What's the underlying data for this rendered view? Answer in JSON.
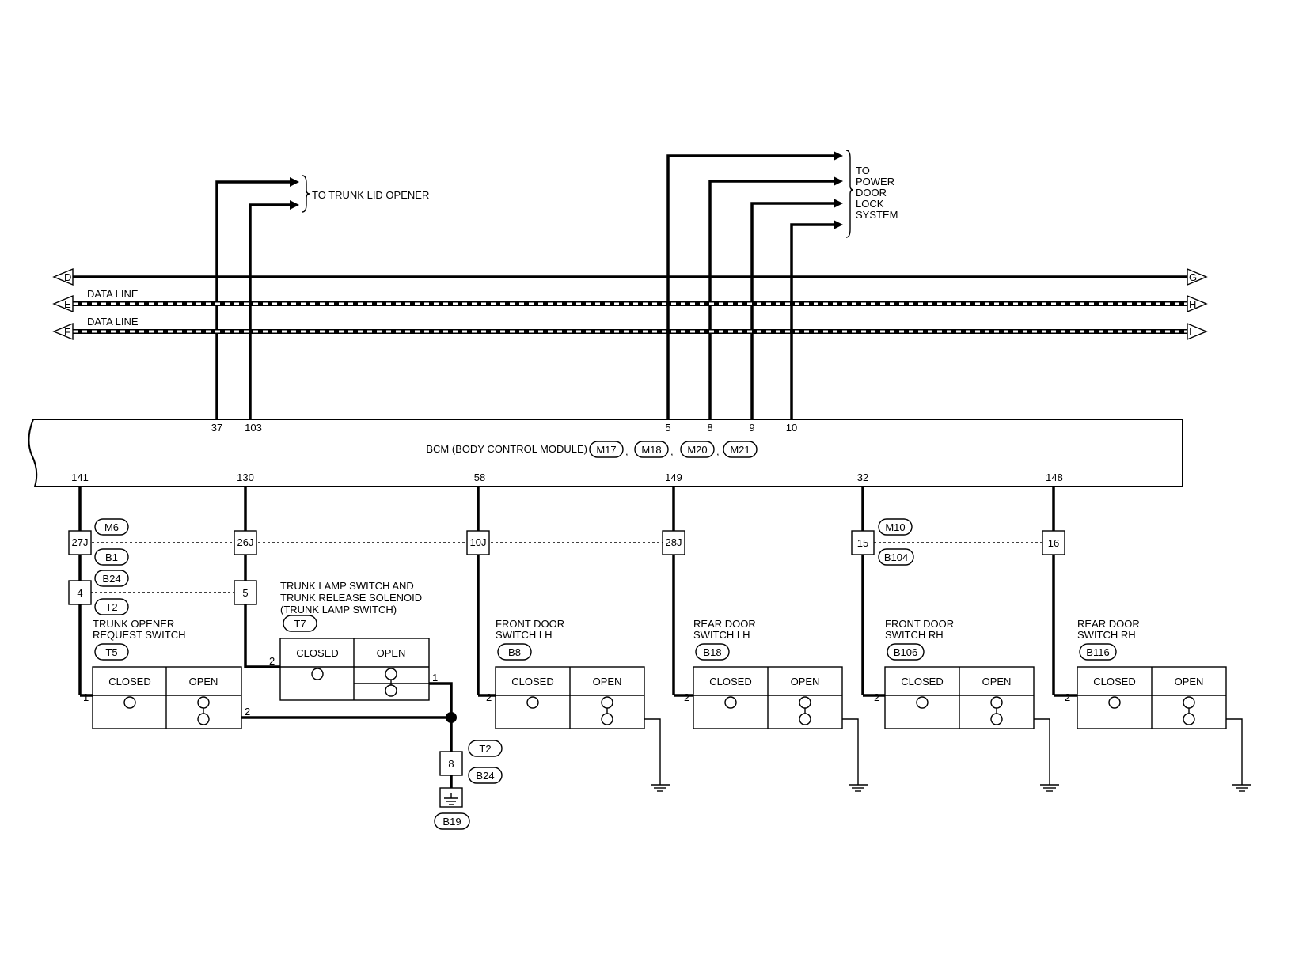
{
  "connector_letters": {
    "d": "D",
    "e": "E",
    "f": "F",
    "g": "G",
    "h": "H",
    "i": "I"
  },
  "data_line_labels": [
    "DATA LINE",
    "DATA LINE"
  ],
  "trunk_lid_opener_label": "TO TRUNK LID OPENER",
  "power_door_lock_label": [
    "TO",
    "POWER",
    "DOOR",
    "LOCK",
    "SYSTEM"
  ],
  "bcm": {
    "label": "BCM (BODY CONTROL MODULE)",
    "connectors": [
      "M17",
      "M18",
      "M20",
      "M21"
    ],
    "separator": ",",
    "top_pins": [
      "37",
      "103",
      "5",
      "8",
      "9",
      "10"
    ],
    "bottom_pins": [
      "141",
      "130",
      "58",
      "149",
      "32",
      "148"
    ]
  },
  "joint_connectors": {
    "c1": "27J",
    "c2": "26J",
    "c3": "10J",
    "c4": "28J",
    "c5": "15",
    "c6": "16"
  },
  "harness_tags": {
    "m6": "M6",
    "b1": "B1",
    "m10": "M10",
    "b104": "B104",
    "b24a": "B24",
    "t2a": "T2",
    "t2b": "T2",
    "b24b": "B24",
    "b19": "B19"
  },
  "mid_connectors": {
    "c4": "4",
    "c5": "5",
    "c8": "8"
  },
  "switches": [
    {
      "name_lines": [
        "TRUNK OPENER",
        "REQUEST SWITCH"
      ],
      "connector": "T5",
      "closed": "CLOSED",
      "open": "OPEN",
      "pin_left": "1",
      "pin_right": "2"
    },
    {
      "name_lines": [
        "TRUNK LAMP SWITCH AND",
        "TRUNK RELEASE SOLENOID",
        "(TRUNK LAMP SWITCH)"
      ],
      "connector": "T7",
      "closed": "CLOSED",
      "open": "OPEN",
      "pin_left": "2",
      "pin_right": "1"
    },
    {
      "name_lines": [
        "FRONT DOOR",
        "SWITCH LH"
      ],
      "connector": "B8",
      "closed": "CLOSED",
      "open": "OPEN",
      "pin_left": "2"
    },
    {
      "name_lines": [
        "REAR DOOR",
        "SWITCH LH"
      ],
      "connector": "B18",
      "closed": "CLOSED",
      "open": "OPEN",
      "pin_left": "2"
    },
    {
      "name_lines": [
        "FRONT DOOR",
        "SWITCH RH"
      ],
      "connector": "B106",
      "closed": "CLOSED",
      "open": "OPEN",
      "pin_left": "2"
    },
    {
      "name_lines": [
        "REAR DOOR",
        "SWITCH RH"
      ],
      "connector": "B116",
      "closed": "CLOSED",
      "open": "OPEN",
      "pin_left": "2"
    }
  ]
}
